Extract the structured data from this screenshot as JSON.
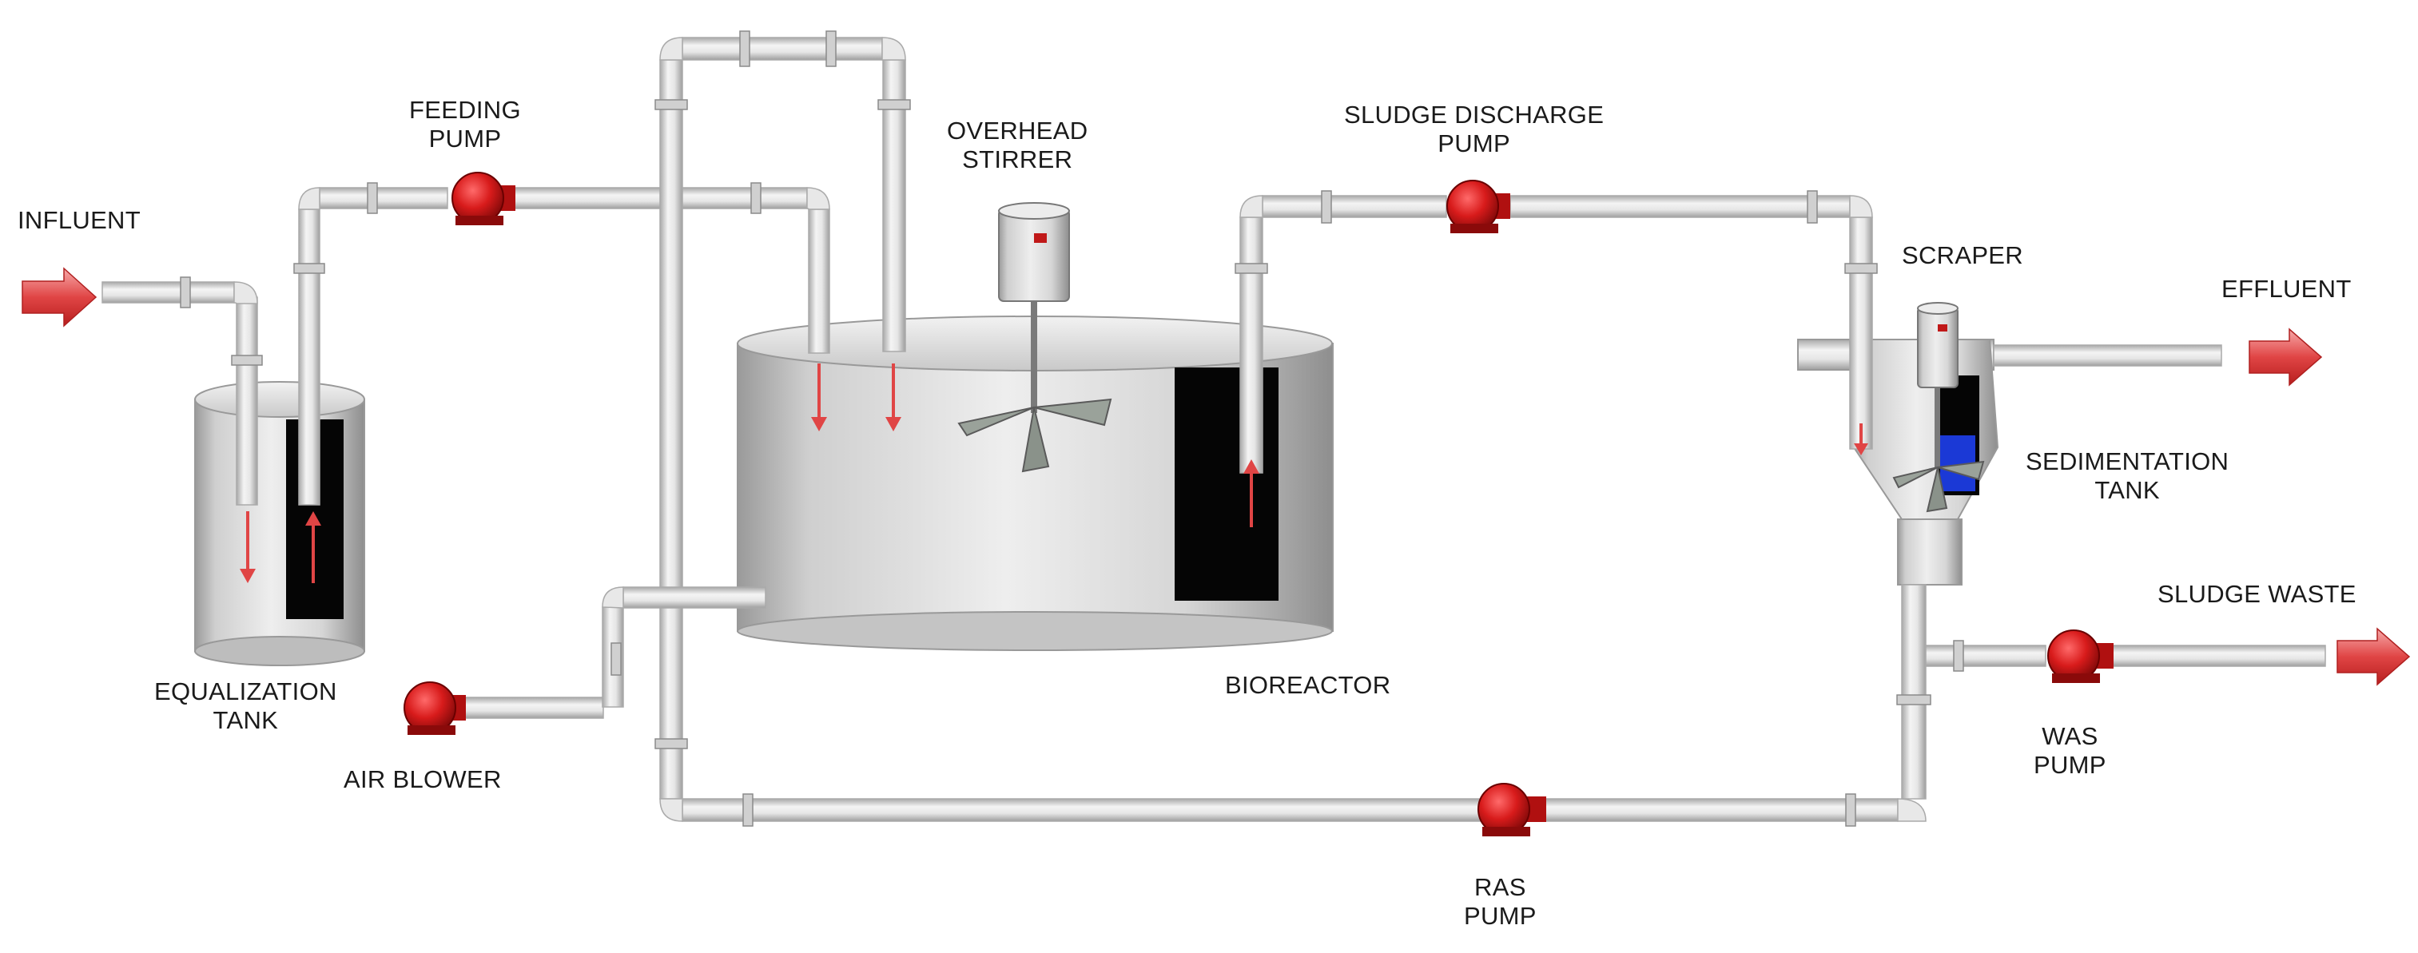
{
  "labels": {
    "influent": "INFLUENT",
    "feeding_pump": [
      "FEEDING",
      "PUMP"
    ],
    "overhead_stirrer": [
      "OVERHEAD",
      "STIRRER"
    ],
    "sludge_discharge_pump": [
      "SLUDGE DISCHARGE",
      "PUMP"
    ],
    "scraper": "SCRAPER",
    "effluent": "EFFLUENT",
    "sedimentation_tank": [
      "SEDIMENTATION",
      "TANK"
    ],
    "sludge_waste": "SLUDGE WASTE",
    "equalization_tank": [
      "EQUALIZATION",
      "TANK"
    ],
    "air_blower": "AIR BLOWER",
    "bioreactor": "BIOREACTOR",
    "was_pump": [
      "WAS",
      "PUMP"
    ],
    "ras_pump": [
      "RAS",
      "PUMP"
    ]
  },
  "colors": {
    "pipe": "#e4e4e4",
    "pipe_edge": "#a9a9a9",
    "tank": "#cfcfcf",
    "pump": "#d81b1b",
    "arrow": "#e25b5b",
    "window": "#050505",
    "sludge_blue": "#1b39d6"
  }
}
